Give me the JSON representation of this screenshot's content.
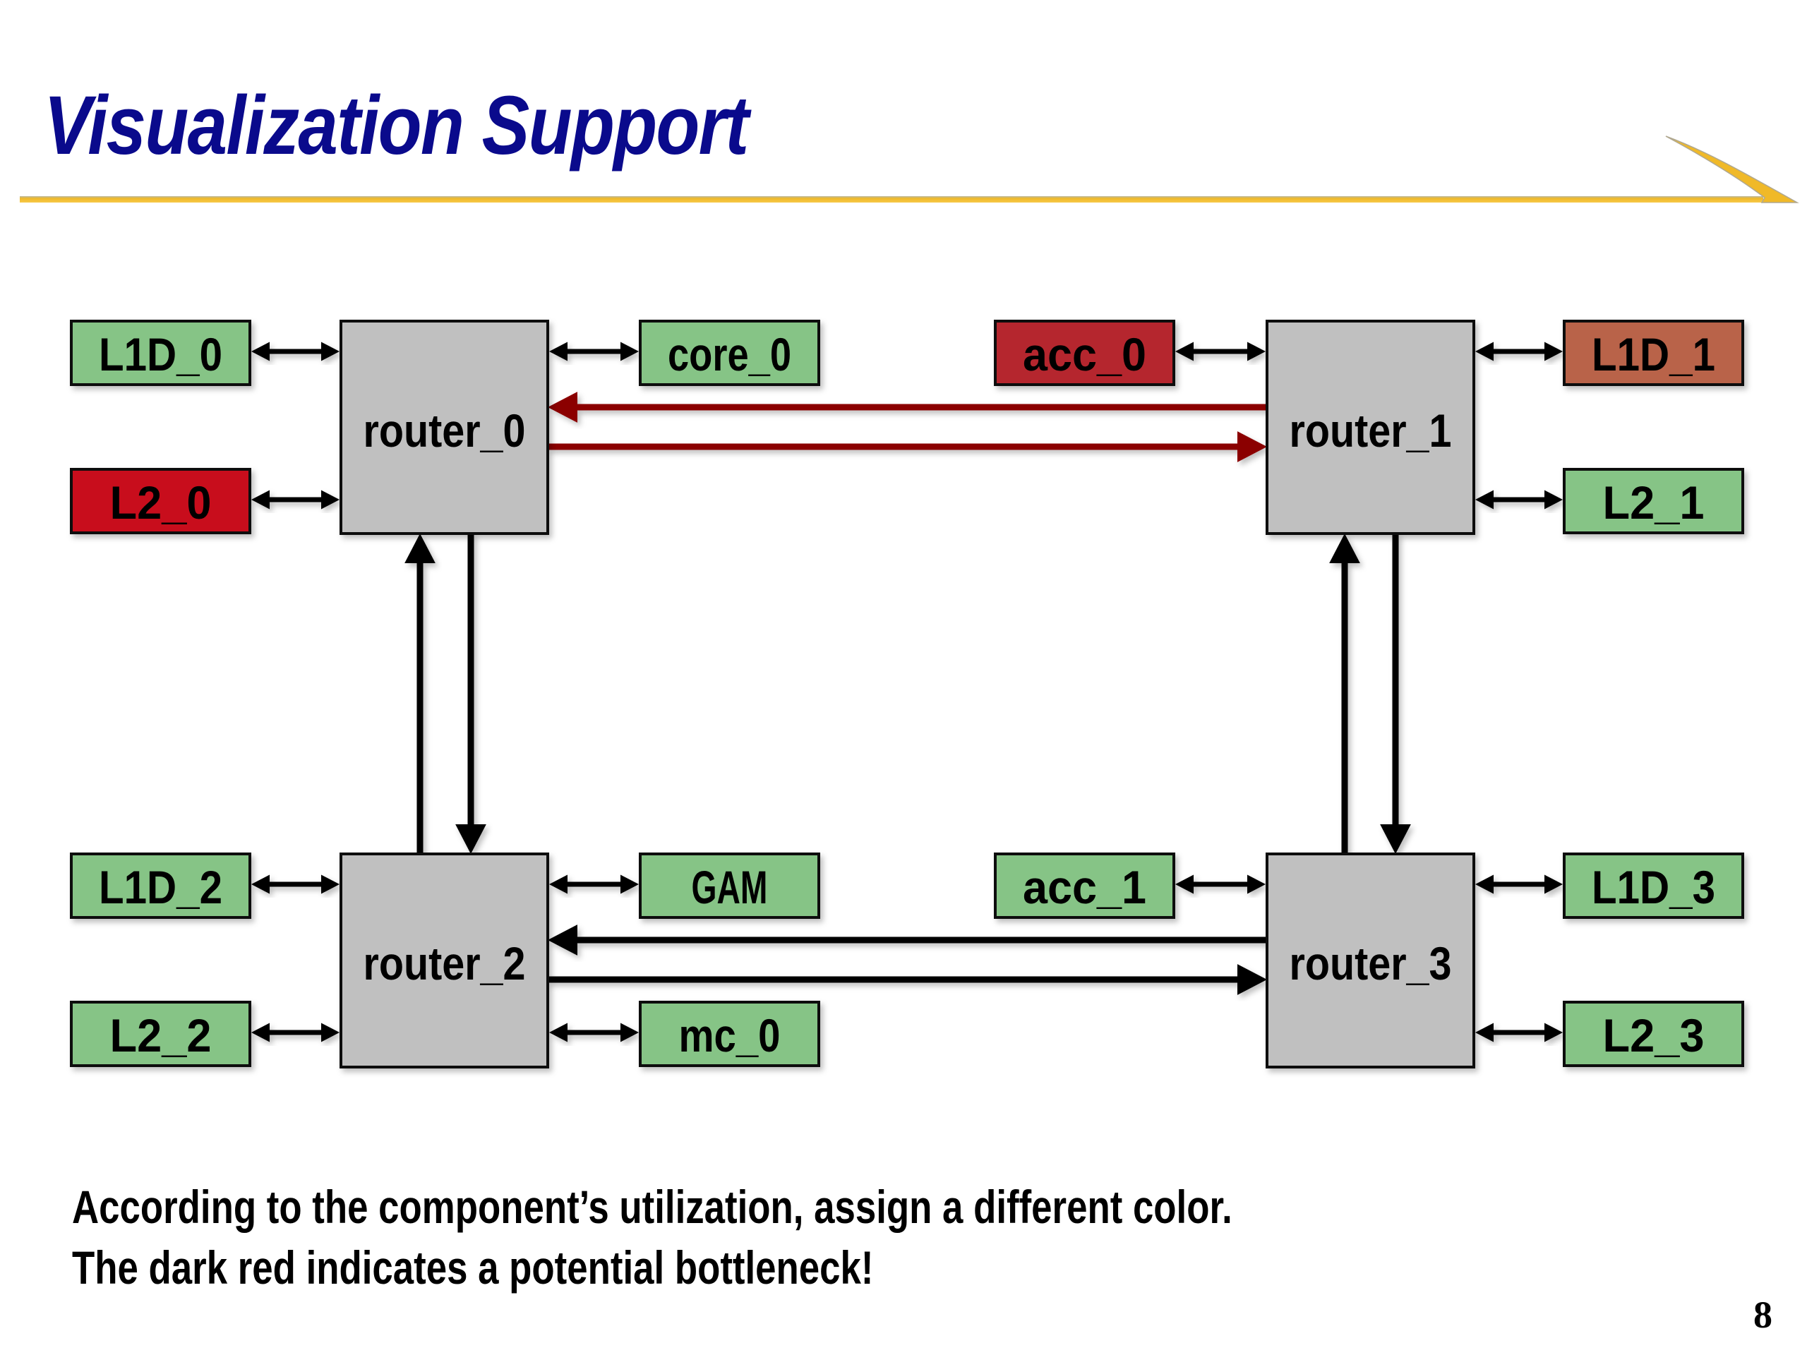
{
  "slide": {
    "title": "Visualization Support",
    "page_number": "8",
    "caption_lines": [
      "According to the component’s utilization, assign a different color.",
      "The dark red indicates a potential bottleneck!"
    ]
  },
  "colors": {
    "title": "#0a0a8c",
    "rule": "#f0b928",
    "router": "#c0c0c0",
    "low_utilization": "#86c486",
    "medium_utilization": "#b9644a",
    "high_utilization": "#b5262f",
    "very_high_utilization": "#c8101e",
    "bottleneck_link": "#8b0000",
    "normal_link": "#000000"
  },
  "diagram": {
    "routers": [
      {
        "id": "router_0",
        "label": "router_0"
      },
      {
        "id": "router_1",
        "label": "router_1"
      },
      {
        "id": "router_2",
        "label": "router_2"
      },
      {
        "id": "router_3",
        "label": "router_3"
      }
    ],
    "components": [
      {
        "id": "L1D_0",
        "label": "L1D_0",
        "router": "router_0",
        "utilization": "low"
      },
      {
        "id": "L2_0",
        "label": "L2_0",
        "router": "router_0",
        "utilization": "very_high"
      },
      {
        "id": "core_0",
        "label": "core_0",
        "router": "router_0",
        "utilization": "low"
      },
      {
        "id": "acc_0",
        "label": "acc_0",
        "router": "router_1",
        "utilization": "high"
      },
      {
        "id": "L1D_1",
        "label": "L1D_1",
        "router": "router_1",
        "utilization": "medium"
      },
      {
        "id": "L2_1",
        "label": "L2_1",
        "router": "router_1",
        "utilization": "low"
      },
      {
        "id": "L1D_2",
        "label": "L1D_2",
        "router": "router_2",
        "utilization": "low"
      },
      {
        "id": "L2_2",
        "label": "L2_2",
        "router": "router_2",
        "utilization": "low"
      },
      {
        "id": "GAM",
        "label": "GAM",
        "router": "router_2",
        "utilization": "low"
      },
      {
        "id": "mc_0",
        "label": "mc_0",
        "router": "router_2",
        "utilization": "low"
      },
      {
        "id": "acc_1",
        "label": "acc_1",
        "router": "router_3",
        "utilization": "low"
      },
      {
        "id": "L1D_3",
        "label": "L1D_3",
        "router": "router_3",
        "utilization": "low"
      },
      {
        "id": "L2_3",
        "label": "L2_3",
        "router": "router_3",
        "utilization": "low"
      }
    ],
    "router_links": [
      {
        "from": "router_1",
        "to": "router_0",
        "status": "bottleneck"
      },
      {
        "from": "router_0",
        "to": "router_1",
        "status": "bottleneck"
      },
      {
        "from": "router_3",
        "to": "router_2",
        "status": "normal"
      },
      {
        "from": "router_2",
        "to": "router_3",
        "status": "normal"
      },
      {
        "from": "router_2",
        "to": "router_0",
        "status": "normal"
      },
      {
        "from": "router_0",
        "to": "router_2",
        "status": "normal"
      },
      {
        "from": "router_3",
        "to": "router_1",
        "status": "normal"
      },
      {
        "from": "router_1",
        "to": "router_3",
        "status": "normal"
      }
    ]
  }
}
